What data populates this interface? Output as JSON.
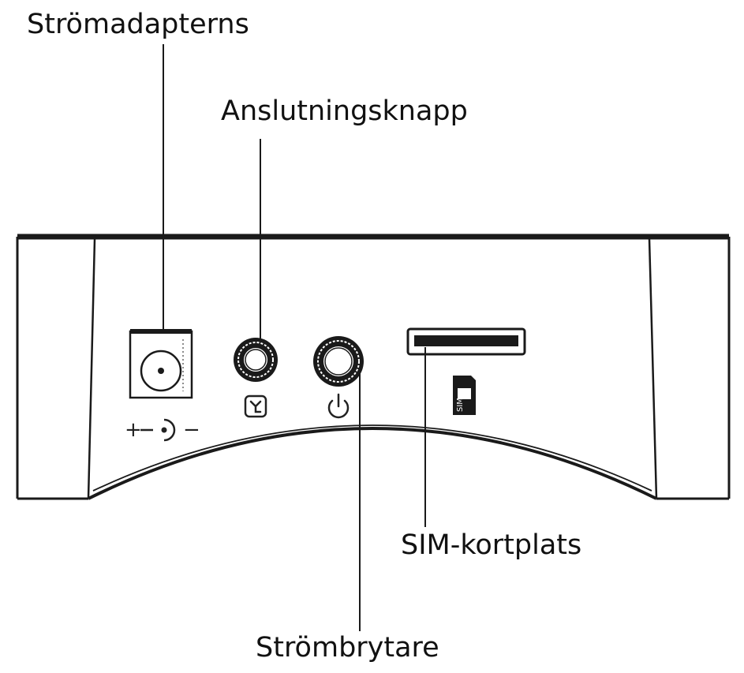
{
  "labels": {
    "power_adapter": "Strömadapterns",
    "connect_button": "Anslutningsknapp",
    "sim_slot": "SIM-kortplats",
    "power_switch": "Strömbrytare"
  },
  "symbols": {
    "plus": "+",
    "minus": "−",
    "sim_card": "SIM"
  },
  "icons": {
    "dc_polarity": "dc-polarity-icon",
    "wps": "wps-icon",
    "power": "power-icon",
    "sim": "sim-card-icon"
  },
  "colors": {
    "line": "#1a1a1a",
    "background": "#ffffff"
  }
}
